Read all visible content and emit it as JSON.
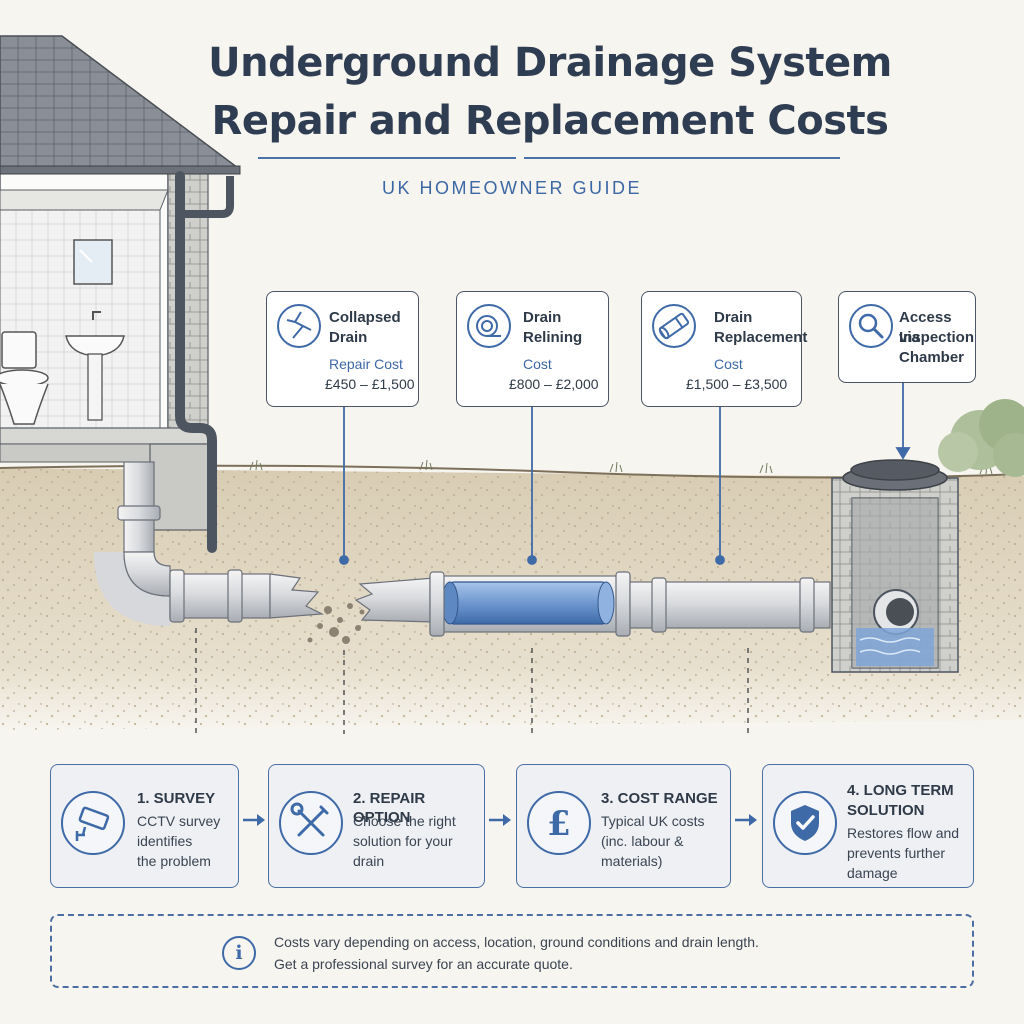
{
  "title": {
    "line1": "Underground Drainage System",
    "line2": "Repair and Replacement Costs",
    "subtitle": "UK HOMEOWNER GUIDE"
  },
  "callouts": [
    {
      "icon": "cracked-pipe-icon",
      "line1": "Collapsed",
      "line2": "Drain",
      "label": "Repair Cost",
      "range": "£450 – £1,500"
    },
    {
      "icon": "pipe-liner-icon",
      "line1": "Drain",
      "line2": "Relining",
      "label": "Cost",
      "range": "£800 – £2,000"
    },
    {
      "icon": "pipe-section-icon",
      "line1": "Drain",
      "line2": "Replacement",
      "label": "Cost",
      "range": "£1,500 – £3,500"
    },
    {
      "icon": "magnifier-icon",
      "line1": "Access via",
      "line2": "Inspection",
      "line3": "Chamber"
    }
  ],
  "steps": [
    {
      "icon": "cctv-camera-icon",
      "heading": "1. SURVEY",
      "lines": [
        "CCTV survey",
        "identifies",
        "the problem"
      ]
    },
    {
      "icon": "tools-icon",
      "heading": "2. REPAIR OPTION",
      "lines": [
        "Choose the right",
        "solution for your",
        "drain"
      ]
    },
    {
      "icon": "pound-icon",
      "heading": "3. COST RANGE",
      "lines": [
        "Typical UK costs",
        "(inc. labour &",
        "materials)"
      ]
    },
    {
      "icon": "shield-check-icon",
      "heading_lines": [
        "4. LONG TERM",
        "SOLUTION"
      ],
      "lines": [
        "Restores flow and",
        "prevents further",
        "damage"
      ]
    }
  ],
  "note": {
    "line1": "Costs vary depending on access, location, ground conditions and drain length.",
    "line2": "Get a professional survey for an accurate quote."
  },
  "colors": {
    "accent": "#3f6aa8",
    "ink": "#2f3a48",
    "soil": "#e0d5c0",
    "background": "#f7f5ef",
    "water": "#7fa6d8"
  }
}
